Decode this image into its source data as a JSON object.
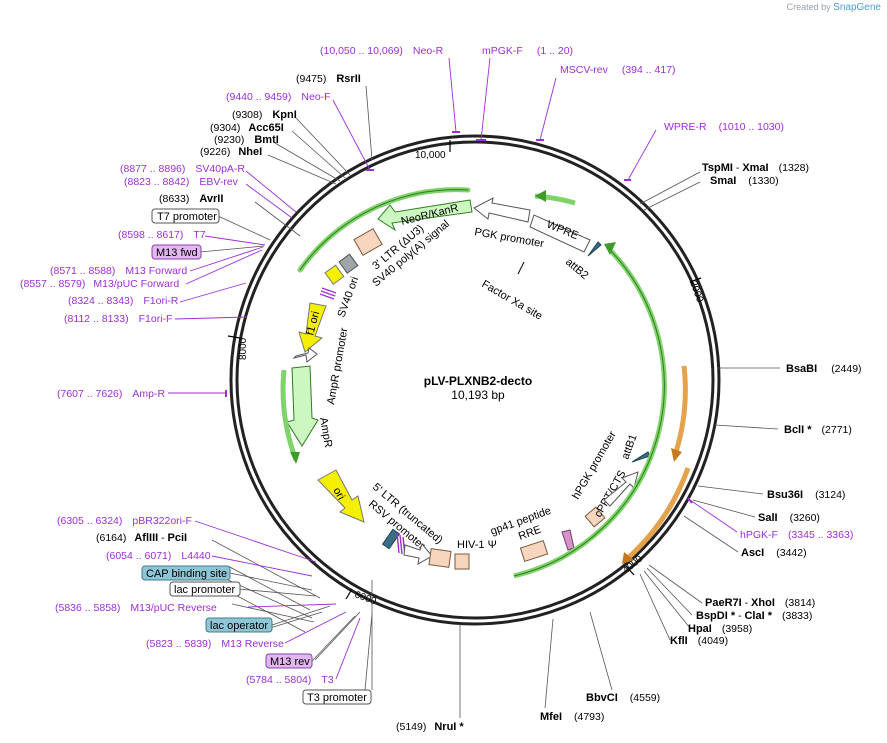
{
  "watermark": {
    "created_by": "Created by",
    "brand": "SnapGene"
  },
  "plasmid": {
    "name": "pLV-PLXNB2-decto",
    "size": "10,193 bp"
  },
  "ticks": [
    {
      "label": "10,000"
    },
    {
      "label": "2000"
    },
    {
      "label": "4000"
    },
    {
      "label": "6000"
    },
    {
      "label": "8000"
    }
  ],
  "right_sites": [
    {
      "name": "TspMI",
      "sep": " - ",
      "name2": "XmaI",
      "pos": "(1328)"
    },
    {
      "name": "SmaI",
      "pos": "(1330)"
    },
    {
      "name": "BsaBI",
      "pos": "(2449)"
    },
    {
      "name": "BclI *",
      "pos": "(2771)"
    },
    {
      "name": "Bsu36I",
      "pos": "(3124)"
    },
    {
      "name": "SalI",
      "pos": "(3260)"
    },
    {
      "name": "AscI",
      "pos": "(3442)"
    },
    {
      "name": "PaeR7I",
      "sep": " - ",
      "name2": "XhoI",
      "pos": "(3814)"
    },
    {
      "name": "BspDI *",
      "sep": " - ",
      "name2": "ClaI *",
      "pos": "(3833)"
    },
    {
      "name": "HpaI",
      "pos": "(3958)"
    },
    {
      "name": "KflI",
      "pos": "(4049)"
    },
    {
      "name": "BbvCI",
      "pos": "(4559)"
    },
    {
      "name": "MfeI",
      "pos": "(4793)"
    },
    {
      "name": "NruI *",
      "pos": "(5149)"
    }
  ],
  "left_sites": [
    {
      "pos": "(9475)",
      "name": "RsrII"
    },
    {
      "pos": "(9308)",
      "name": "KpnI"
    },
    {
      "pos": "(9304)",
      "name": "Acc65I"
    },
    {
      "pos": "(9230)",
      "name": "BmtI"
    },
    {
      "pos": "(9226)",
      "name": "NheI"
    },
    {
      "pos": "(8633)",
      "name": "AvrII"
    },
    {
      "pos": "(6164)",
      "name": "AflIII",
      "sep": " - ",
      "name2": "PciI"
    }
  ],
  "primers": [
    {
      "range": "(10,050 .. 10,069)",
      "name": "Neo-R"
    },
    {
      "name": "mPGK-F"
    },
    {
      "range": "(1 .. 20)"
    },
    {
      "name": "MSCV-rev",
      "range": "(394 .. 417)"
    },
    {
      "name": "WPRE-R",
      "range": "(1010 .. 1030)"
    },
    {
      "range": "(9440 .. 9459)",
      "name": "Neo-F"
    },
    {
      "range": "(8877 .. 8896)",
      "name": "SV40pA-R"
    },
    {
      "range": "(8823 .. 8842)",
      "name": "EBV-rev"
    },
    {
      "range": "(8598 .. 8617)",
      "name": "T7"
    },
    {
      "range": "(8571 .. 8588)",
      "name": "M13 Forward"
    },
    {
      "range": "(8557 .. 8579)",
      "name": "M13/pUC Forward"
    },
    {
      "range": "(8324 .. 8343)",
      "name": "F1ori-R"
    },
    {
      "range": "(8112 .. 8133)",
      "name": "F1ori-F"
    },
    {
      "range": "(7607 .. 7626)",
      "name": "Amp-R"
    },
    {
      "range": "(6305 .. 6324)",
      "name": "pBR322ori-F"
    },
    {
      "range": "(6054 .. 6071)",
      "name": "L4440"
    },
    {
      "range": "(5836 .. 5858)",
      "name": "M13/pUC Reverse"
    },
    {
      "range": "(5823 .. 5839)",
      "name": "M13 Reverse"
    },
    {
      "range": "(5784 .. 5804)",
      "name": "T3"
    },
    {
      "name": "hPGK-F",
      "range": "(3345 .. 3363)"
    }
  ],
  "boxed_features": [
    {
      "label": "T7 promoter",
      "style": "white"
    },
    {
      "label": "M13 fwd",
      "style": "purple"
    },
    {
      "label": "CAP binding site",
      "style": "blue"
    },
    {
      "label": "lac promoter",
      "style": "white"
    },
    {
      "label": "lac operator",
      "style": "blue"
    },
    {
      "label": "M13 rev",
      "style": "purple"
    },
    {
      "label": "T3 promoter",
      "style": "white"
    }
  ],
  "features": [
    {
      "label": "NeoR/KanR"
    },
    {
      "label": "PGK promoter"
    },
    {
      "label": "WPRE"
    },
    {
      "label": "attB2"
    },
    {
      "label": "Factor Xa site"
    },
    {
      "label": "3' LTR (ΔU3)"
    },
    {
      "label": "SV40 poly(A) signal"
    },
    {
      "label": "SV40 ori"
    },
    {
      "label": "f1 ori"
    },
    {
      "label": "AmpR promoter"
    },
    {
      "label": "AmpR"
    },
    {
      "label": "ori"
    },
    {
      "label": "5' LTR (truncated)"
    },
    {
      "label": "RSV promoter"
    },
    {
      "label": "HIV-1 Ψ"
    },
    {
      "label": "gp41 peptide"
    },
    {
      "label": "RRE"
    },
    {
      "label": "cPPT/CTS"
    },
    {
      "label": "hPGK promoter"
    },
    {
      "label": "attB1"
    }
  ],
  "colors": {
    "primer": "#9c2fd4",
    "green_feature": "#7fd36a",
    "orange_feature": "#e3a24b",
    "yellow_feature": "#f4f000",
    "ltr_feature": "#f8d6bd",
    "cap_box": "#8fc6d6",
    "m13_box": "#e2b6f0"
  }
}
